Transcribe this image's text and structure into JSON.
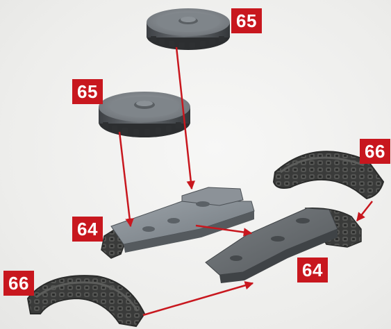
{
  "labels": {
    "gear_top": "65",
    "gear_middle": "65",
    "track_right": "66",
    "track_left": "66",
    "plate_left": "64",
    "plate_right": "64"
  },
  "colors": {
    "label_bg": "#c8171e",
    "label_text": "#ffffff",
    "arrow": "#c8171e",
    "metal_light": "#8a9096",
    "metal_dark": "#4c5054",
    "track_dark": "#3a3b3a"
  }
}
